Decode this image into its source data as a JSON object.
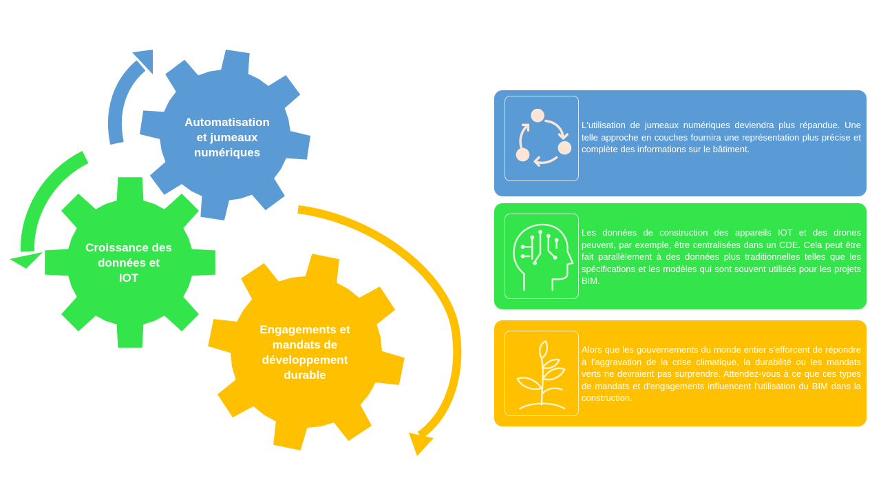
{
  "colors": {
    "blue": "#5b9bd5",
    "green": "#33e54a",
    "yellow": "#ffc000",
    "icon_stroke": "#fbe5d6"
  },
  "gears": [
    {
      "id": "automation",
      "label": "Automatisation\net jumeaux\nnumériques",
      "color": "#5b9bd5",
      "icon": "gear-icon"
    },
    {
      "id": "data",
      "label": "Croissance des\ndonnées et\nIOT",
      "color": "#33e54a",
      "icon": "gear-icon"
    },
    {
      "id": "sustainability",
      "label": "Engagements et\nmandats de\ndéveloppement\ndurable",
      "color": "#ffc000",
      "icon": "gear-icon"
    }
  ],
  "cards": [
    {
      "color": "#5b9bd5",
      "icon": "cycle-arrows-icon",
      "text": "L'utilisation de jumeaux numériques deviendra plus répandue. Une telle approche en couches fournira une représentation plus précise et complète des informations sur le bâtiment."
    },
    {
      "color": "#33e54a",
      "icon": "head-circuit-icon",
      "text": "Les données de construction des appareils IOT et des drones peuvent, par exemple, être centralisées dans un CDE. Cela peut être fait parallèlement à des données plus traditionnelles telles que les spécifications et les modèles qui sont souvent utilisés pour les projets BIM."
    },
    {
      "color": "#ffc000",
      "icon": "plant-sprout-icon",
      "text": "Alors que les gouvernements du monde entier s'efforcent de répondre à l'aggravation de la crise climatique, la durabilité ou les mandats verts ne devraient pas surprendre. Attendez-vous à ce que ces types de mandats et d'engagements influencent l'utilisation du BIM dans la construction."
    }
  ]
}
